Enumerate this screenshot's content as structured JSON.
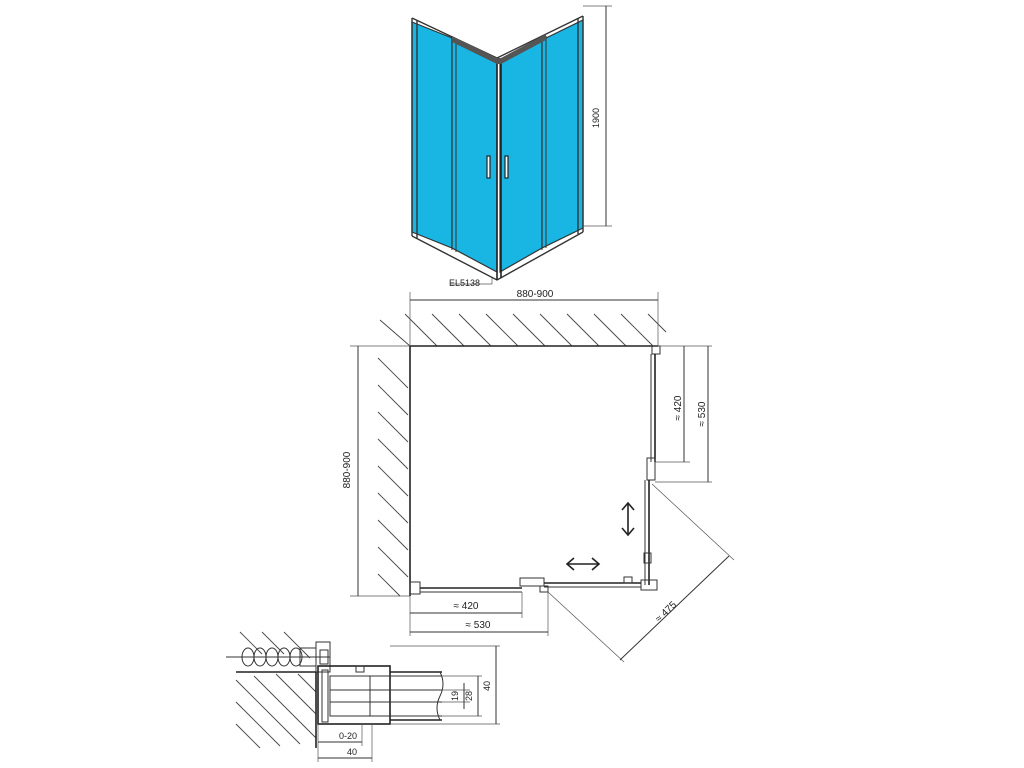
{
  "isometric": {
    "model_label": "EL5138",
    "height_label": "1900",
    "glass_color": "#19b6e4"
  },
  "plan": {
    "width_label": "880-900",
    "depth_label": "880-900",
    "right_door_label": "≈ 420",
    "right_panel_label": "≈ 530",
    "bottom_door_label": "≈ 420",
    "bottom_panel_label": "≈ 530",
    "entry_label": "≈ 475"
  },
  "detail": {
    "adjust_label": "0-20",
    "depth_label": "40",
    "height_19_label": "19",
    "height_28_label": "28",
    "height_40_label": "40"
  }
}
